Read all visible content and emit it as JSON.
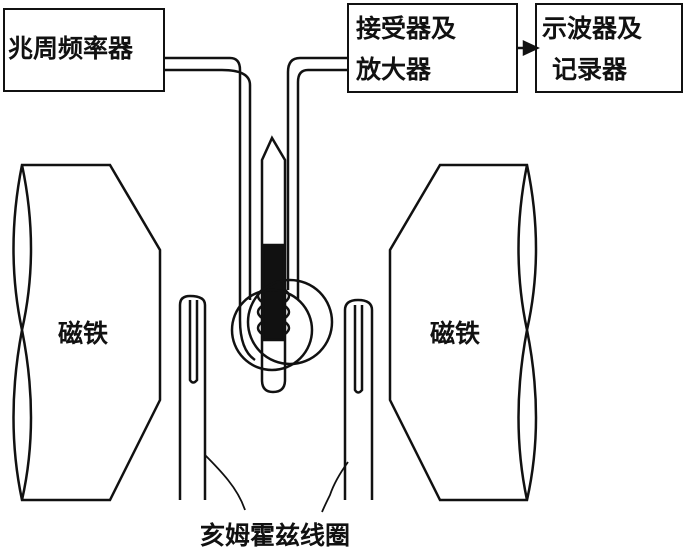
{
  "title": "核磁共振仪示意图",
  "blocks": {
    "oscillator": "兆周频率器",
    "receiver_line1": "接受器及",
    "receiver_line2": "放大器",
    "recorder_line1": "示波器及",
    "recorder_line2": "记录器"
  },
  "magnet_left": "磁铁",
  "magnet_right": "磁铁",
  "coil_label": "亥姆霍兹线圈",
  "colors": {
    "ink": "#111111",
    "background": "#ffffff"
  }
}
